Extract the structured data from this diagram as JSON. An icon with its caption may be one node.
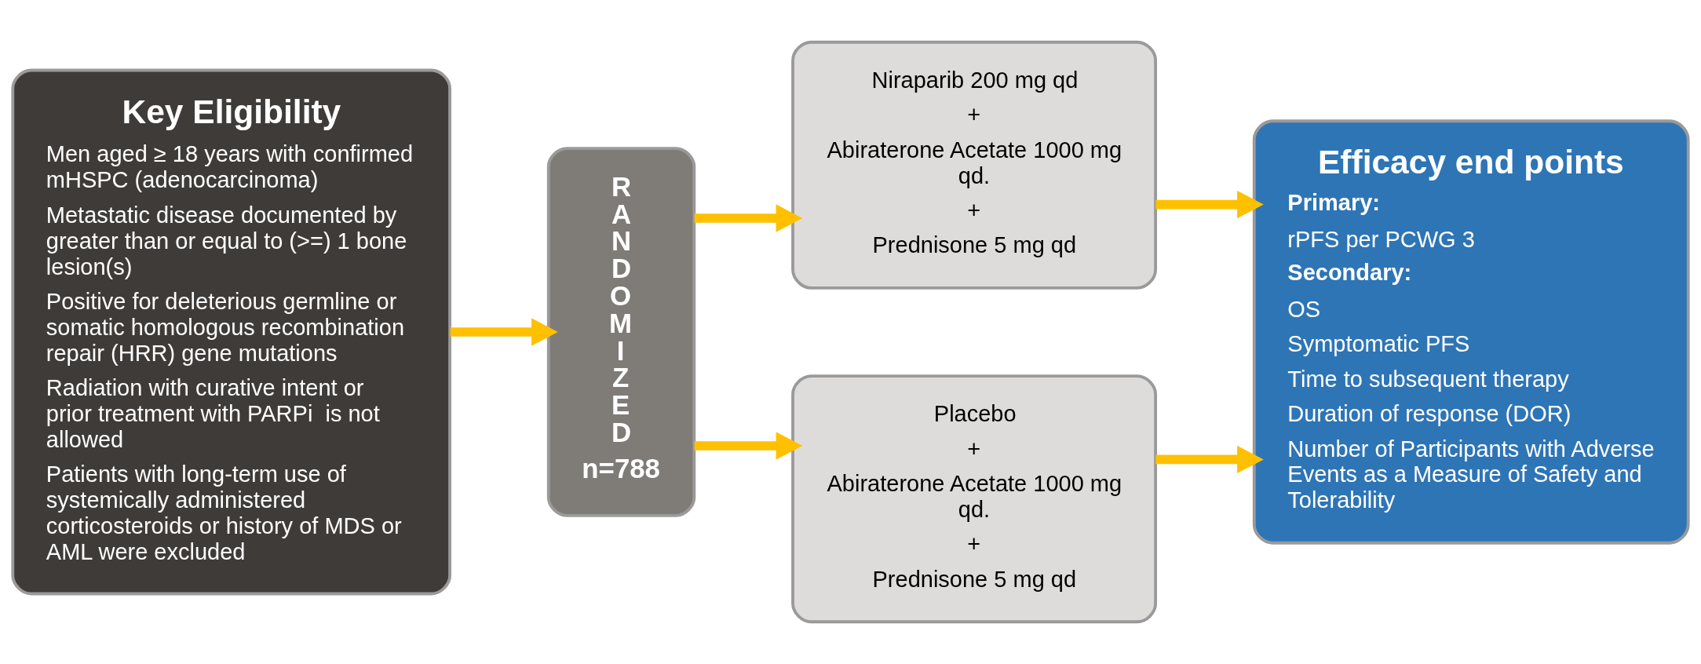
{
  "diagram": {
    "nodes": [
      {
        "text": [
          "Key Eligibility",
          "Men aged ≥ 18 years with confirmed mHSPC (adenocarcinoma)",
          "Metastatic disease documented by greater than or equal to (>=) 1 bone lesion(s)",
          "Positive for deleterious germline or somatic homologous recombination repair (HRR) gene mutations",
          "Radiation with curative intent or prior treatment with PARPi  is not allowed",
          "Patients with long-term use of systemically administered corticosteroids or history of MDS or AML were excluded"
        ]
      },
      {
        "text": [
          "R A N D O M I Z E D",
          "n=788"
        ]
      },
      {
        "text": [
          "Niraparib 200 mg qd",
          "+",
          "Abiraterone Acetate 1000 mg qd.",
          "+",
          "Prednisone 5 mg qd"
        ]
      },
      {
        "text": [
          "Placebo",
          "+",
          "Abiraterone Acetate 1000 mg qd.",
          "+",
          "Prednisone 5 mg qd"
        ]
      },
      {
        "text": [
          "Efficacy end points",
          "Primary:",
          "rPFS per PCWG 3",
          "Secondary:",
          "OS",
          "Symptomatic PFS",
          "Time to subsequent therapy",
          "Duration of response (DOR)",
          "Number of Participants with Adverse Events as a Measure of Safety and Tolerability"
        ]
      }
    ],
    "edges": [
      {
        "from": 0,
        "to": 1,
        "arrow": "to"
      },
      {
        "from": 1,
        "to": 2,
        "arrow": "to"
      },
      {
        "from": 1,
        "to": 3,
        "arrow": "to"
      },
      {
        "from": 2,
        "to": 4,
        "arrow": "to"
      },
      {
        "from": 3,
        "to": 4,
        "arrow": "to"
      }
    ]
  }
}
